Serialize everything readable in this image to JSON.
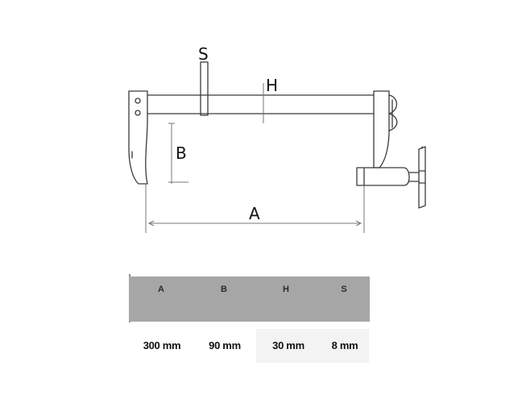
{
  "diagram": {
    "labels": {
      "s": "S",
      "h": "H",
      "b": "B",
      "a": "A"
    },
    "colors": {
      "stroke": "#3a3a3a",
      "dimension_line": "#777777"
    }
  },
  "spec_table": {
    "headers": [
      "A",
      "B",
      "H",
      "S"
    ],
    "values": [
      "300 mm",
      "90 mm",
      "30 mm",
      "8 mm"
    ],
    "colors": {
      "header_band": "#a6a6a6",
      "value_shade": "#f3f3f3"
    }
  }
}
